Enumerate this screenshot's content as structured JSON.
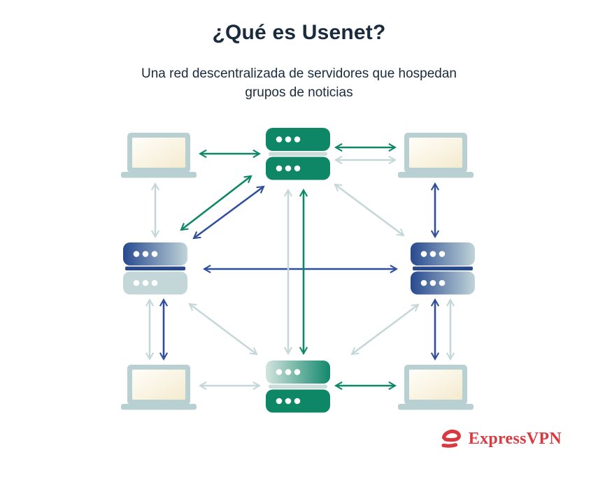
{
  "header": {
    "title": "¿Qué es Usenet?",
    "subtitle": "Una red descentralizada de servidores que hospedan grupos de noticias"
  },
  "branding": {
    "logo_text": "ExpressVPN",
    "logo_icon": "expressvpn-logomark"
  },
  "colors": {
    "text_navy": "#1A2B3D",
    "green": "#0E8767",
    "arrow_blue": "#2F4F9E",
    "server_blue": "#29498F",
    "arrow_gray": "#C6D7D9",
    "laptop_frame": "#B9D0D2",
    "screen_cream": "#F4EACF",
    "divider_pale": "#CBDDD9",
    "server_pale": "#C3D7D9",
    "brand_red": "#DA3940"
  },
  "diagram": {
    "nodes": [
      {
        "id": "server-top",
        "type": "news-server",
        "icon": "server-icon",
        "style": "green",
        "position": "top-center"
      },
      {
        "id": "server-left",
        "type": "news-server",
        "icon": "server-icon",
        "style": "blue-gradient",
        "position": "middle-left"
      },
      {
        "id": "server-right",
        "type": "news-server",
        "icon": "server-icon",
        "style": "blue-gradient",
        "position": "middle-right"
      },
      {
        "id": "server-bottom",
        "type": "news-server",
        "icon": "server-icon",
        "style": "green-gradient",
        "position": "bottom-center"
      },
      {
        "id": "laptop-top-left",
        "type": "user-laptop",
        "icon": "laptop-icon",
        "position": "top-left"
      },
      {
        "id": "laptop-top-right",
        "type": "user-laptop",
        "icon": "laptop-icon",
        "position": "top-right"
      },
      {
        "id": "laptop-bottom-left",
        "type": "user-laptop",
        "icon": "laptop-icon",
        "position": "bottom-left"
      },
      {
        "id": "laptop-bottom-right",
        "type": "user-laptop",
        "icon": "laptop-icon",
        "position": "bottom-right"
      }
    ],
    "edges": [
      {
        "from": "laptop-top-left",
        "to": "server-top",
        "bidirectional": true,
        "arrows": [
          "green"
        ]
      },
      {
        "from": "server-top",
        "to": "laptop-top-right",
        "bidirectional": true,
        "arrows": [
          "green",
          "gray"
        ]
      },
      {
        "from": "laptop-top-left",
        "to": "server-left",
        "bidirectional": true,
        "arrows": [
          "gray"
        ]
      },
      {
        "from": "laptop-top-right",
        "to": "server-right",
        "bidirectional": true,
        "arrows": [
          "blue"
        ]
      },
      {
        "from": "server-left",
        "to": "server-top",
        "bidirectional": true,
        "arrows": [
          "green",
          "blue"
        ]
      },
      {
        "from": "server-top",
        "to": "server-right",
        "bidirectional": true,
        "arrows": [
          "gray"
        ]
      },
      {
        "from": "server-left",
        "to": "server-right",
        "bidirectional": true,
        "arrows": [
          "blue"
        ]
      },
      {
        "from": "server-top",
        "to": "server-bottom",
        "bidirectional": true,
        "arrows": [
          "gray",
          "green"
        ]
      },
      {
        "from": "server-left",
        "to": "server-bottom",
        "bidirectional": true,
        "arrows": [
          "gray"
        ]
      },
      {
        "from": "server-bottom",
        "to": "server-right",
        "bidirectional": true,
        "arrows": [
          "gray"
        ]
      },
      {
        "from": "server-left",
        "to": "laptop-bottom-left",
        "bidirectional": true,
        "arrows": [
          "gray",
          "blue"
        ]
      },
      {
        "from": "server-right",
        "to": "laptop-bottom-right",
        "bidirectional": true,
        "arrows": [
          "blue",
          "gray"
        ]
      },
      {
        "from": "laptop-bottom-left",
        "to": "server-bottom",
        "bidirectional": true,
        "arrows": [
          "gray"
        ]
      },
      {
        "from": "server-bottom",
        "to": "laptop-bottom-right",
        "bidirectional": true,
        "arrows": [
          "green"
        ]
      }
    ]
  }
}
